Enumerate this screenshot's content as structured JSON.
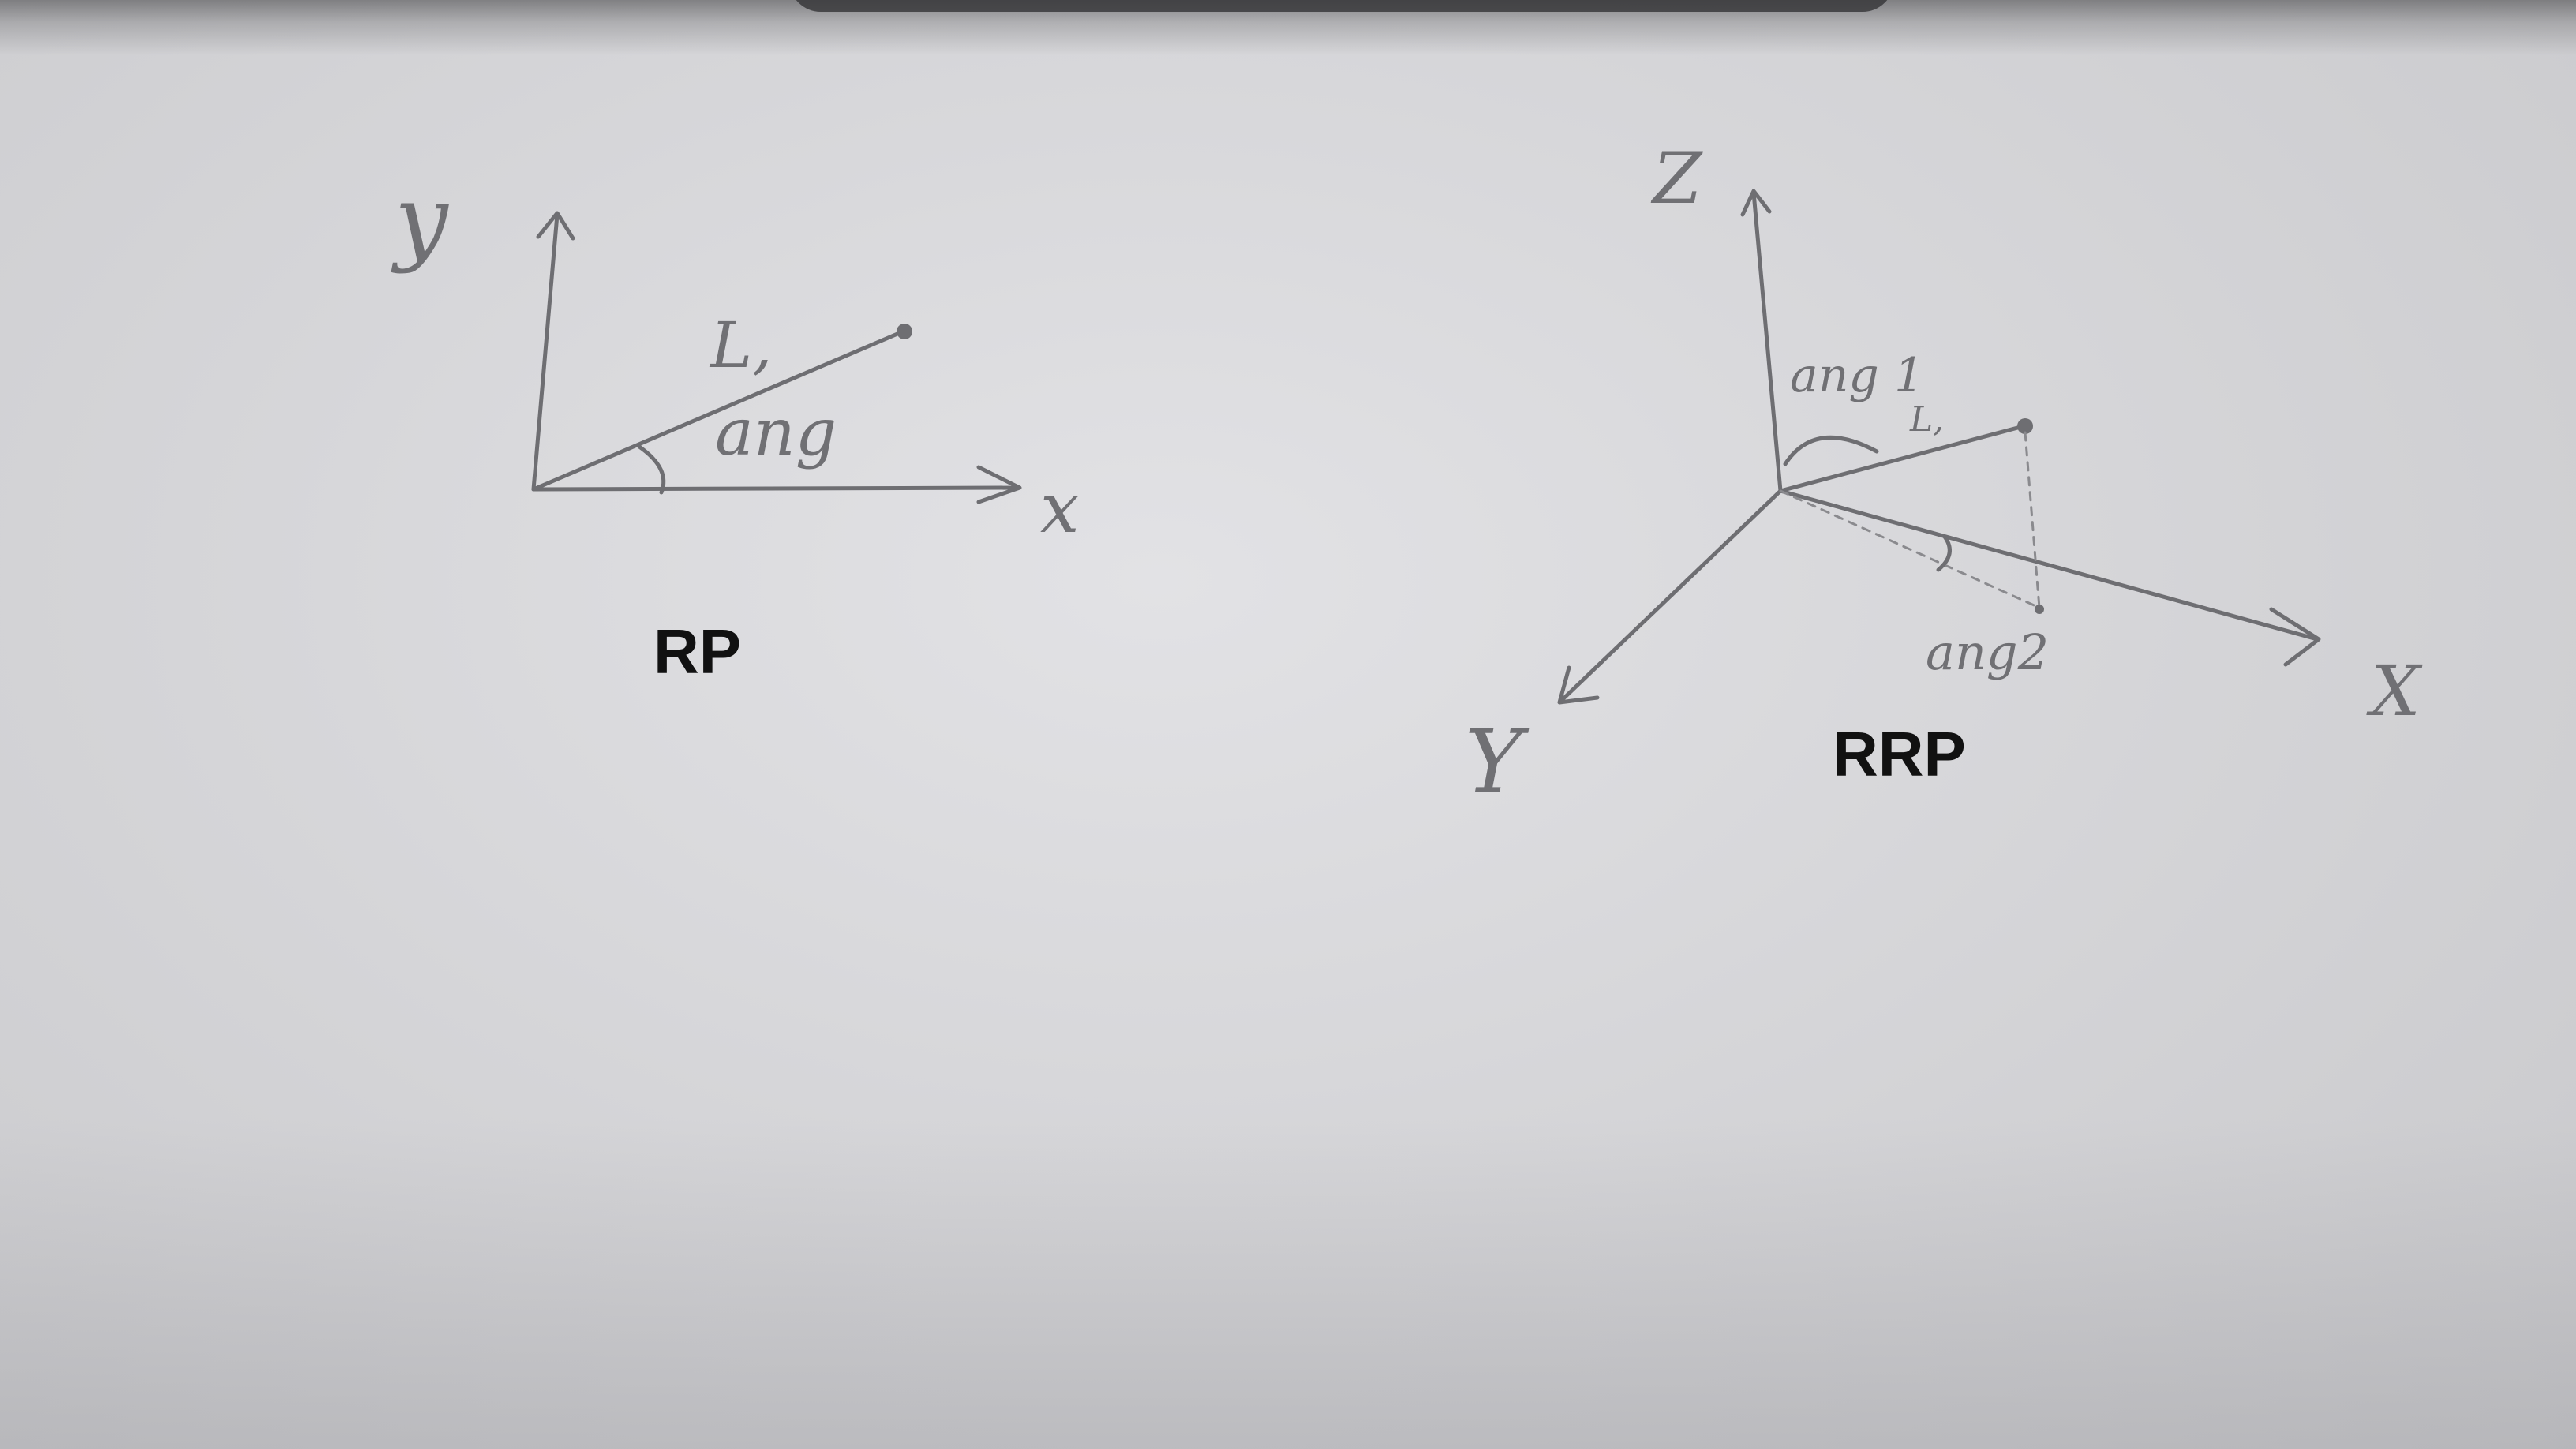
{
  "diagrams": {
    "rp": {
      "caption": "RP",
      "y_axis_label": "y",
      "x_axis_label": "x",
      "link_label": "L,",
      "angle_label": "ang"
    },
    "rrp": {
      "caption": "RRP",
      "z_axis_label": "Z",
      "y_axis_label": "Y",
      "x_axis_label": "X",
      "angle1_label": "ang 1",
      "link_label": "L,",
      "angle2_label": "ang2"
    }
  }
}
